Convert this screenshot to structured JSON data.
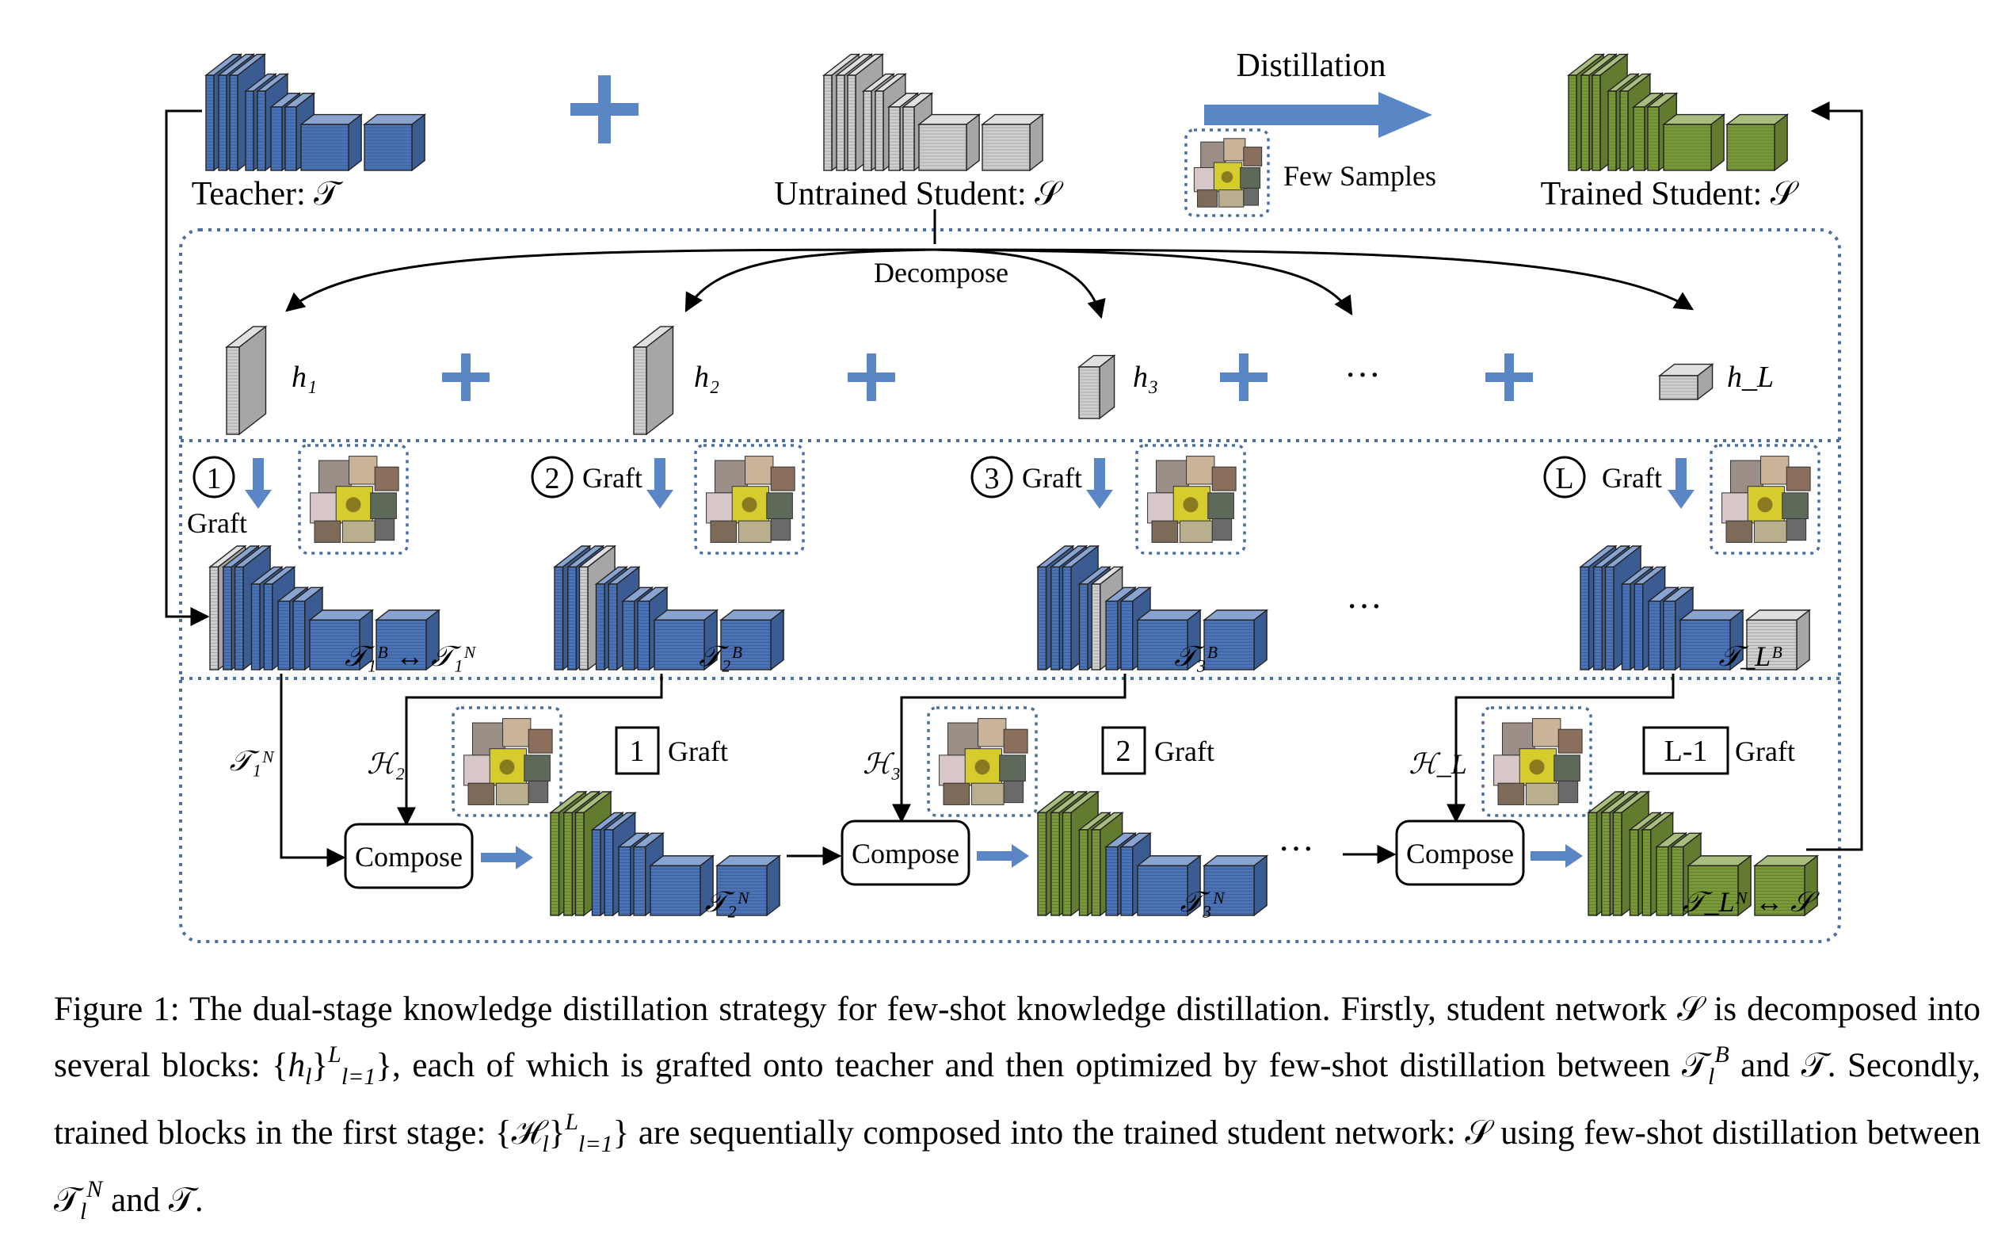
{
  "colors": {
    "teacher_blue": "#4a73b8",
    "student_gray": "#cfcfcf",
    "trained_green": "#7a9a3a",
    "arrow_blue": "#5b86c5",
    "dotted_border": "#4a6fa0"
  },
  "top": {
    "teacher_label": "Teacher: 𝒯",
    "untrained_label": "Untrained Student: 𝒮",
    "distillation_label": "Distillation",
    "few_samples_label": "Few Samples",
    "trained_label": "Trained Student: 𝒮"
  },
  "decompose": {
    "label": "Decompose",
    "blocks": [
      "h₁",
      "h₂",
      "h₃",
      "h_L"
    ],
    "ellipsis": "···"
  },
  "graft_stage": {
    "steps": [
      {
        "num": "1",
        "label": "Graft",
        "net": "𝒯₁ᴮ ↔ 𝒯₁ᴺ"
      },
      {
        "num": "2",
        "label": "Graft",
        "net": "𝒯₂ᴮ"
      },
      {
        "num": "3",
        "label": "Graft",
        "net": "𝒯₃ᴮ"
      },
      {
        "num": "L",
        "label": "Graft",
        "net": "𝒯_Lᴮ"
      }
    ],
    "ellipsis": "···"
  },
  "compose_stage": {
    "compose_label": "Compose",
    "left_label": "𝒯₁ᴺ",
    "inputs": [
      "ℋ₂",
      "ℋ₃",
      "ℋ_L"
    ],
    "graft_tags": [
      {
        "num": "1",
        "label": "Graft"
      },
      {
        "num": "2",
        "label": "Graft"
      },
      {
        "num": "L-1",
        "label": "Graft"
      }
    ],
    "nets": [
      "𝒯₂ᴺ",
      "𝒯₃ᴺ",
      "𝒯_Lᴺ ↔ 𝒮"
    ],
    "ellipsis": "···"
  },
  "caption": {
    "p1": "Figure 1: The dual-stage knowledge distillation strategy for few-shot knowledge distillation. Firstly, student network ",
    "s": "𝒮",
    "p2": " is decomposed into several blocks: {",
    "h": "h",
    "l": "l",
    "L": "L",
    "lrange": "l=1",
    "p3": "}, each of which is grafted onto teacher and then optimized by few-shot distillation between ",
    "T": "𝒯",
    "B": "B",
    "p4": " and ",
    "p5": ". Secondly, trained blocks in the first stage: {",
    "H": "ℋ",
    "p6": "} are sequentially composed into the trained student network: ",
    "p7": " using few-shot distillation between ",
    "N": "N",
    "p8": " and ",
    "p9": "."
  }
}
